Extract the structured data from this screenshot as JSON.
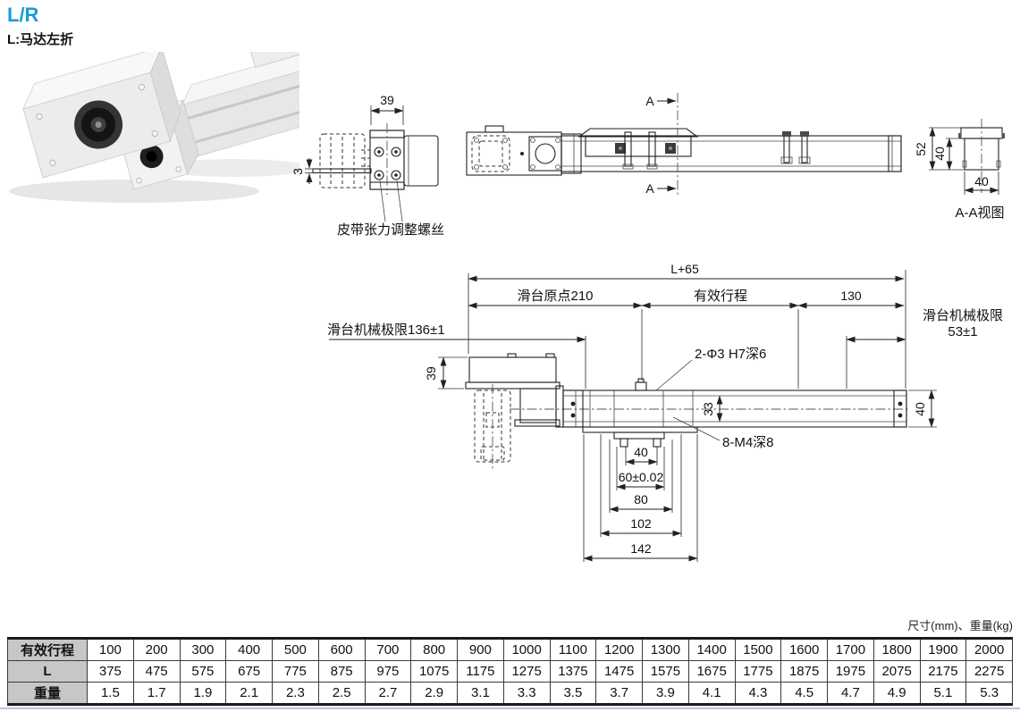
{
  "header": {
    "title": "L/R",
    "subtitle": "L:马达左折",
    "accent_color": "#1a9cd8"
  },
  "front_view": {
    "dim_motor_width": "39",
    "dim_plate_thickness": "3",
    "belt_screw_label": "皮带张力调整螺丝"
  },
  "side_view": {
    "section_marker_top": "A",
    "section_marker_bottom": "A"
  },
  "section_view": {
    "caption": "A-A视图",
    "dim_total_height": "52",
    "dim_rail_height": "40",
    "dim_rail_width": "40"
  },
  "outline_view": {
    "dim_overall": "L+65",
    "dim_home": "滑台原点210",
    "dim_stroke_label": "有效行程",
    "dim_right_end": "130",
    "limit_left": "滑台机械极限136±1",
    "limit_right_line1": "滑台机械极限",
    "limit_right_line2": "53±1",
    "dim_slider_height": "39",
    "pin_holes_label": "2-Φ3 H7深6",
    "dim_slot_width": "33",
    "tap_holes_label": "8-M4深8",
    "dim_rail_height": "40",
    "dim_pitch_40": "40",
    "dim_pitch_60": "60±0.02",
    "dim_pitch_80": "80",
    "dim_pitch_102": "102",
    "dim_pitch_142": "142"
  },
  "table": {
    "units_note": "尺寸(mm)、重量(kg)",
    "rows": [
      {
        "header": "有效行程",
        "values": [
          "100",
          "200",
          "300",
          "400",
          "500",
          "600",
          "700",
          "800",
          "900",
          "1000",
          "1100",
          "1200",
          "1300",
          "1400",
          "1500",
          "1600",
          "1700",
          "1800",
          "1900",
          "2000"
        ]
      },
      {
        "header": "L",
        "values": [
          "375",
          "475",
          "575",
          "675",
          "775",
          "875",
          "975",
          "1075",
          "1175",
          "1275",
          "1375",
          "1475",
          "1575",
          "1675",
          "1775",
          "1875",
          "1975",
          "2075",
          "2175",
          "2275"
        ]
      },
      {
        "header": "重量",
        "values": [
          "1.5",
          "1.7",
          "1.9",
          "2.1",
          "2.3",
          "2.5",
          "2.7",
          "2.9",
          "3.1",
          "3.3",
          "3.5",
          "3.7",
          "3.9",
          "4.1",
          "4.3",
          "4.5",
          "4.7",
          "4.9",
          "5.1",
          "5.3"
        ]
      }
    ]
  }
}
